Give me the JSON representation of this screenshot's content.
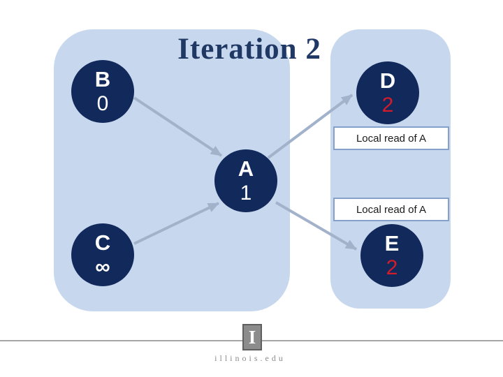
{
  "slide": {
    "title": "Iteration 2",
    "footer": {
      "logo_letter": "I",
      "website": "illinois.edu"
    }
  },
  "colors": {
    "panel": "#C7D7EE",
    "node-fill": "#12295B",
    "title-ink": "#1F3864",
    "value-red": "#D31C2B",
    "arrow": "#A3B2CB",
    "box-border": "#85A1CB",
    "box-ink": "#1A1A1A",
    "divider": "#A6A6A6",
    "logo-gray": "#8C8C8C",
    "logo-border": "#5F5F5F",
    "footer-gray": "#8C8C8C"
  },
  "graph": {
    "nodes": [
      {
        "id": "B",
        "label": "B",
        "value": "0",
        "value_color": "white"
      },
      {
        "id": "D",
        "label": "D",
        "value": "2",
        "value_color": "red"
      },
      {
        "id": "A",
        "label": "A",
        "value": "1",
        "value_color": "white"
      },
      {
        "id": "C",
        "label": "C",
        "value": "∞",
        "value_color": "white"
      },
      {
        "id": "E",
        "label": "E",
        "value": "2",
        "value_color": "red"
      }
    ],
    "edges": [
      {
        "from": "B",
        "to": "A"
      },
      {
        "from": "C",
        "to": "A"
      },
      {
        "from": "A",
        "to": "D"
      },
      {
        "from": "A",
        "to": "E"
      }
    ],
    "annotations": [
      {
        "text": "Local read of A"
      },
      {
        "text": "Local read of A"
      }
    ]
  }
}
